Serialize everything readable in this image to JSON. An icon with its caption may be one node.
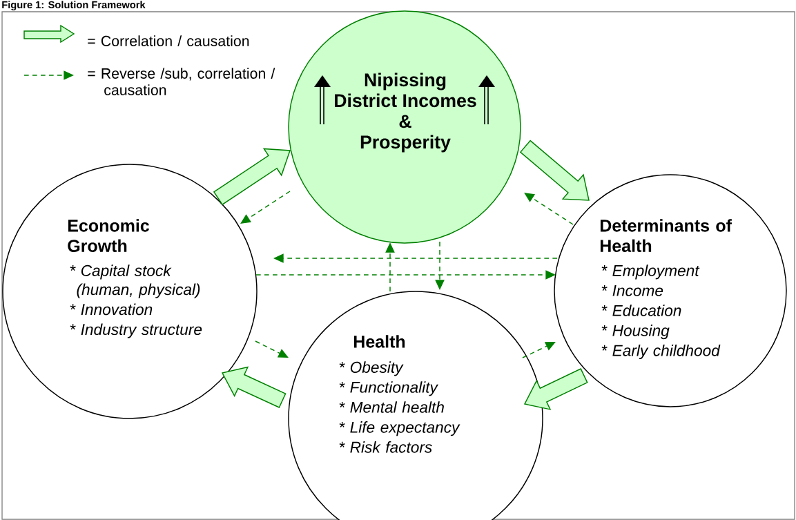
{
  "diagram": {
    "title": "Figure 1: Solution Framework",
    "nodes": [
      {
        "text": [
          "Nipissing District Incomes & Prosperity"
        ]
      },
      {
        "text": [
          "Economic Growth",
          "* Capital stock (human, physical)",
          "* Innovation",
          "* Industry structure"
        ]
      },
      {
        "text": [
          "Determinants of Health",
          "* Employment",
          "* Income",
          "* Education",
          "* Housing",
          "* Early childhood"
        ]
      },
      {
        "text": [
          "Health",
          "* Obesity",
          "* Functionality",
          "* Mental health",
          "* Life expectancy",
          "* Risk factors"
        ]
      }
    ],
    "edges": [
      {
        "from": 1,
        "to": 0,
        "arrow": "to",
        "style": "thick"
      },
      {
        "from": 0,
        "to": 2,
        "arrow": "to",
        "style": "thick"
      },
      {
        "from": 2,
        "to": 3,
        "arrow": "to",
        "style": "thick"
      },
      {
        "from": 3,
        "to": 1,
        "arrow": "to",
        "style": "thick"
      },
      {
        "from": 0,
        "to": 1,
        "arrow": "to",
        "style": "dashed"
      },
      {
        "from": 2,
        "to": 0,
        "arrow": "to",
        "style": "dashed"
      },
      {
        "from": 2,
        "to": 1,
        "arrow": "to",
        "style": "dashed"
      },
      {
        "from": 1,
        "to": 2,
        "arrow": "to",
        "style": "dashed"
      },
      {
        "from": 3,
        "to": 0,
        "arrow": "to",
        "style": "dashed"
      },
      {
        "from": 0,
        "to": 3,
        "arrow": "to",
        "style": "dashed"
      },
      {
        "from": 1,
        "to": 3,
        "arrow": "to",
        "style": "dashed"
      },
      {
        "from": 3,
        "to": 2,
        "arrow": "to",
        "style": "dashed"
      }
    ],
    "legend": [
      {
        "text": "= Correlation / causation"
      },
      {
        "text": "= Reverse /sub, correlation / causation"
      }
    ]
  }
}
